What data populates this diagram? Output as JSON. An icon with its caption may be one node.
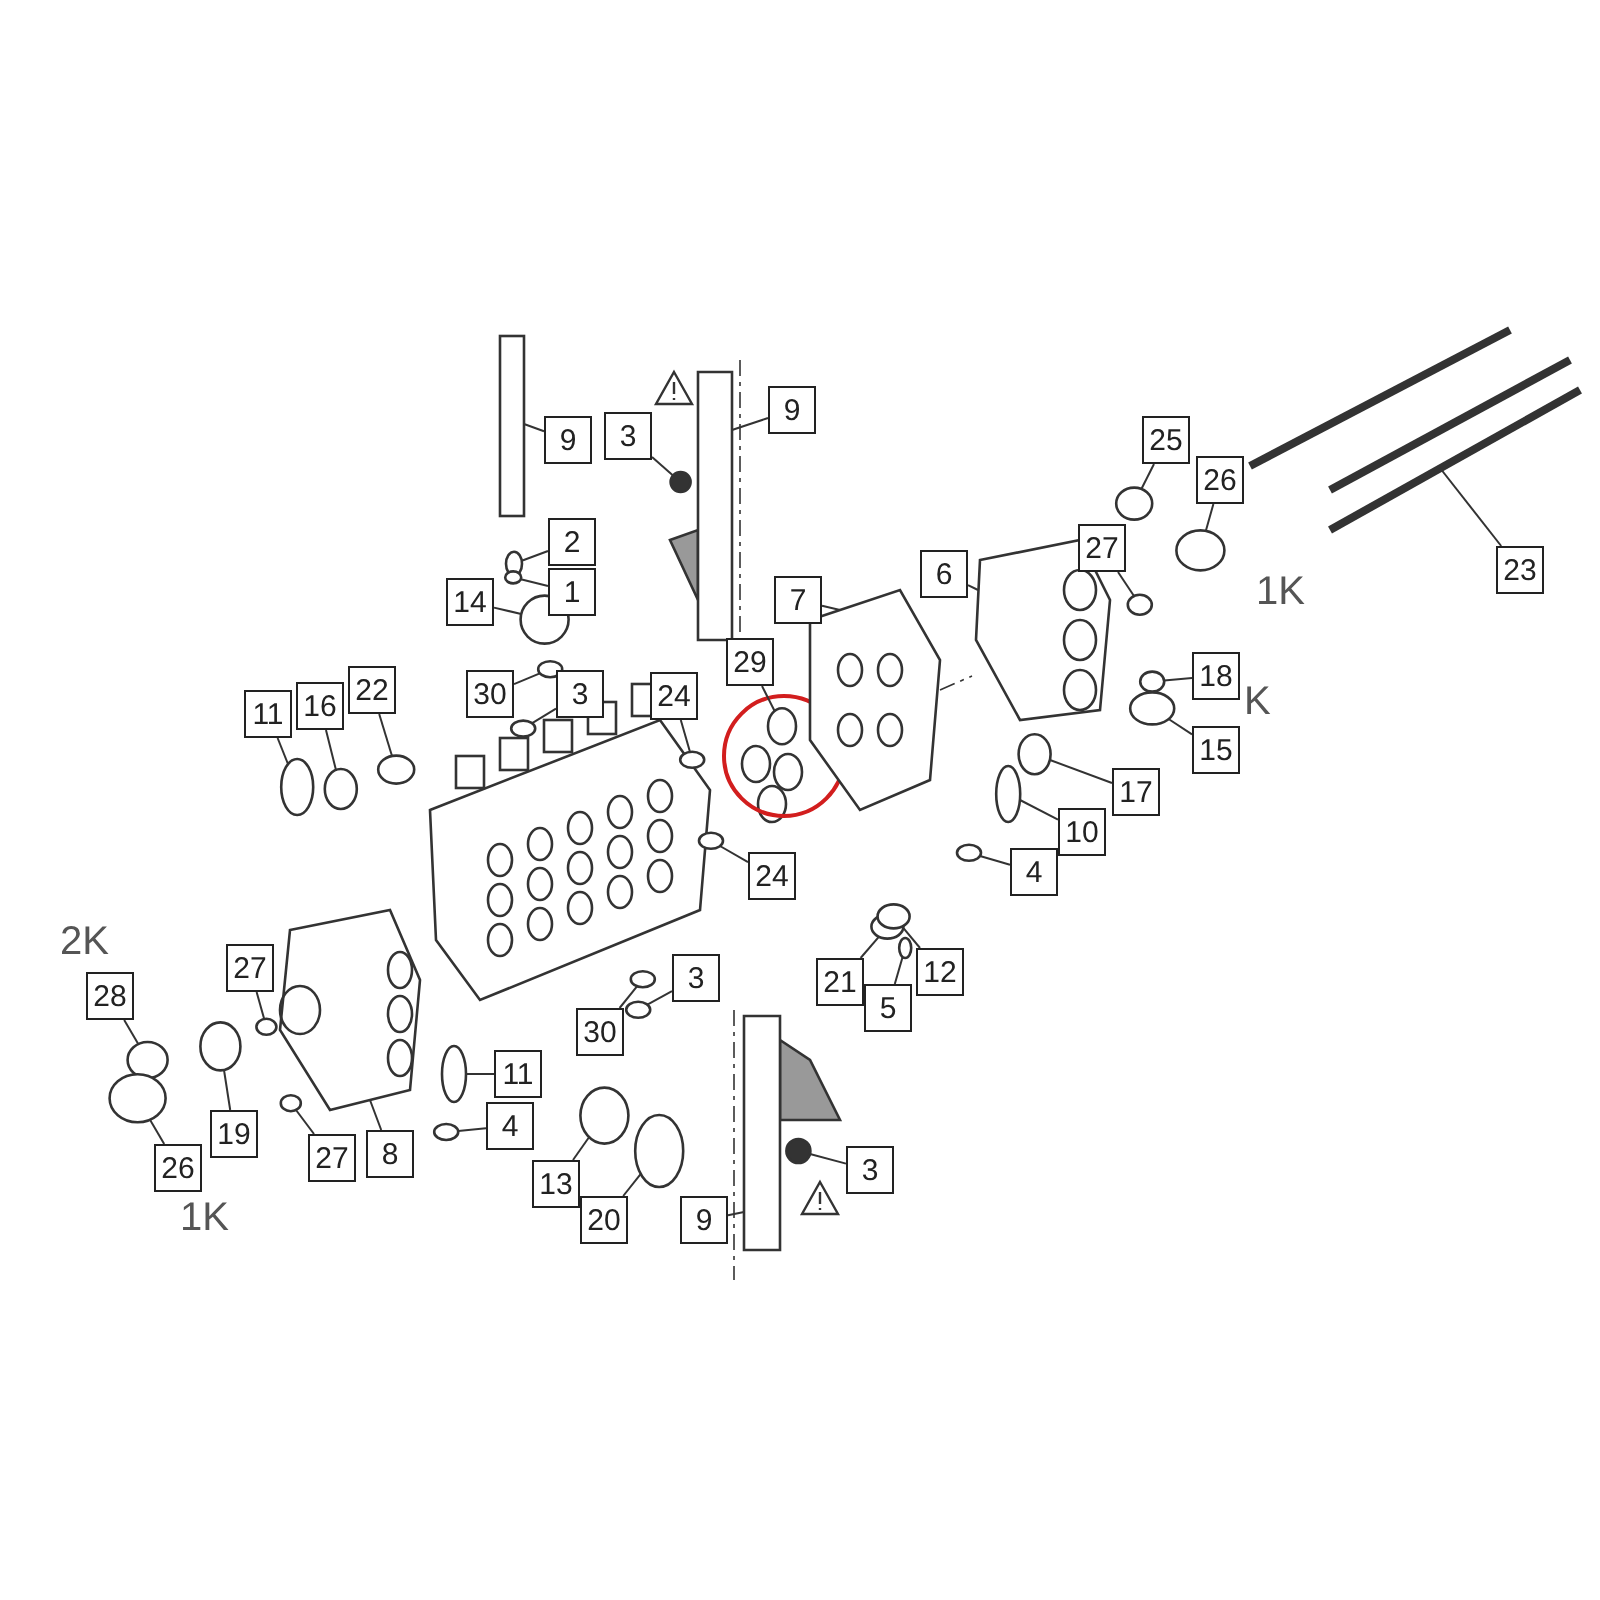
{
  "diagram": {
    "nodes": [
      {
        "text": [
          "9"
        ]
      },
      {
        "text": [
          "3"
        ]
      },
      {
        "text": [
          "9"
        ]
      },
      {
        "text": [
          "2"
        ]
      },
      {
        "text": [
          "1"
        ]
      },
      {
        "text": [
          "14"
        ]
      },
      {
        "text": [
          "30"
        ]
      },
      {
        "text": [
          "3"
        ]
      },
      {
        "text": [
          "24"
        ]
      },
      {
        "text": [
          "29"
        ]
      },
      {
        "text": [
          "7"
        ]
      },
      {
        "text": [
          "11"
        ]
      },
      {
        "text": [
          "16"
        ]
      },
      {
        "text": [
          "22"
        ]
      },
      {
        "text": [
          "24"
        ]
      },
      {
        "text": [
          "6"
        ]
      },
      {
        "text": [
          "27"
        ]
      },
      {
        "text": [
          "25"
        ]
      },
      {
        "text": [
          "26"
        ]
      },
      {
        "text": [
          "23"
        ]
      },
      {
        "text": [
          "18"
        ]
      },
      {
        "text": [
          "15"
        ]
      },
      {
        "text": [
          "17"
        ]
      },
      {
        "text": [
          "10"
        ]
      },
      {
        "text": [
          "4"
        ]
      },
      {
        "text": [
          "27"
        ]
      },
      {
        "text": [
          "28"
        ]
      },
      {
        "text": [
          "30"
        ]
      },
      {
        "text": [
          "3"
        ]
      },
      {
        "text": [
          "11"
        ]
      },
      {
        "text": [
          "4"
        ]
      },
      {
        "text": [
          "8"
        ]
      },
      {
        "text": [
          "27"
        ]
      },
      {
        "text": [
          "19"
        ]
      },
      {
        "text": [
          "26"
        ]
      },
      {
        "text": [
          "13"
        ]
      },
      {
        "text": [
          "20"
        ]
      },
      {
        "text": [
          "9"
        ]
      },
      {
        "text": [
          "3"
        ]
      },
      {
        "text": [
          "21"
        ]
      },
      {
        "text": [
          "12"
        ]
      },
      {
        "text": [
          "5"
        ]
      },
      {
        "text": [],
        "shape": "box"
      },
      {
        "text": [],
        "shape": "circle"
      },
      {
        "text": [],
        "shape": "box"
      },
      {
        "text": [],
        "shape": "circle"
      },
      {
        "text": [],
        "shape": "circle"
      },
      {
        "text": [],
        "shape": "circle"
      },
      {
        "text": [],
        "shape": "circle"
      },
      {
        "text": [],
        "shape": "circle"
      },
      {
        "text": [],
        "shape": "circle"
      },
      {
        "text": [],
        "shape": "circle"
      },
      {
        "text": [],
        "shape": "picture"
      },
      {
        "text": [],
        "shape": "circle"
      },
      {
        "text": [],
        "shape": "circle"
      },
      {
        "text": [],
        "shape": "circle"
      },
      {
        "text": [],
        "shape": "circle"
      },
      {
        "text": [],
        "shape": "picture"
      },
      {
        "text": [],
        "shape": "circle"
      },
      {
        "text": [],
        "shape": "circle"
      },
      {
        "text": [],
        "shape": "circle"
      },
      {
        "text": [],
        "shape": "picture"
      },
      {
        "text": [],
        "shape": "circle"
      },
      {
        "text": [],
        "shape": "circle"
      },
      {
        "text": [],
        "shape": "circle"
      },
      {
        "text": [],
        "shape": "circle"
      },
      {
        "text": [],
        "shape": "circle"
      },
      {
        "text": [],
        "shape": "circle"
      },
      {
        "text": [],
        "shape": "circle"
      },
      {
        "text": [],
        "shape": "circle"
      },
      {
        "text": [],
        "shape": "circle"
      },
      {
        "text": [],
        "shape": "circle"
      },
      {
        "text": [],
        "shape": "circle"
      },
      {
        "text": [],
        "shape": "picture"
      },
      {
        "text": [],
        "shape": "circle"
      },
      {
        "text": [],
        "shape": "circle"
      },
      {
        "text": [],
        "shape": "circle"
      },
      {
        "text": [],
        "shape": "circle"
      },
      {
        "text": [],
        "shape": "circle"
      },
      {
        "text": [],
        "shape": "box"
      },
      {
        "text": [],
        "shape": "circle"
      },
      {
        "text": [],
        "shape": "circle"
      },
      {
        "text": [],
        "shape": "circle"
      },
      {
        "text": [],
        "shape": "circle"
      }
    ],
    "edges": [
      {
        "from": 0,
        "to": 42,
        "arrow": "none"
      },
      {
        "from": 1,
        "to": 43,
        "arrow": "none"
      },
      {
        "from": 2,
        "to": 44,
        "arrow": "none"
      },
      {
        "from": 3,
        "to": 45,
        "arrow": "none"
      },
      {
        "from": 4,
        "to": 46,
        "arrow": "none"
      },
      {
        "from": 5,
        "to": 47,
        "arrow": "none"
      },
      {
        "from": 6,
        "to": 48,
        "arrow": "none"
      },
      {
        "from": 7,
        "to": 49,
        "arrow": "none"
      },
      {
        "from": 8,
        "to": 50,
        "arrow": "none"
      },
      {
        "from": 9,
        "to": 51,
        "arrow": "none"
      },
      {
        "from": 10,
        "to": 52,
        "arrow": "none"
      },
      {
        "from": 11,
        "to": 53,
        "arrow": "none"
      },
      {
        "from": 12,
        "to": 54,
        "arrow": "none"
      },
      {
        "from": 13,
        "to": 55,
        "arrow": "none"
      },
      {
        "from": 14,
        "to": 56,
        "arrow": "none"
      },
      {
        "from": 15,
        "to": 57,
        "arrow": "none"
      },
      {
        "from": 16,
        "to": 58,
        "arrow": "none"
      },
      {
        "from": 17,
        "to": 59,
        "arrow": "none"
      },
      {
        "from": 18,
        "to": 60,
        "arrow": "none"
      },
      {
        "from": 19,
        "to": 61,
        "arrow": "none"
      },
      {
        "from": 20,
        "to": 62,
        "arrow": "none"
      },
      {
        "from": 21,
        "to": 63,
        "arrow": "none"
      },
      {
        "from": 22,
        "to": 64,
        "arrow": "none"
      },
      {
        "from": 23,
        "to": 65,
        "arrow": "none"
      },
      {
        "from": 24,
        "to": 66,
        "arrow": "none"
      },
      {
        "from": 25,
        "to": 67,
        "arrow": "none"
      },
      {
        "from": 26,
        "to": 68,
        "arrow": "none"
      },
      {
        "from": 27,
        "to": 69,
        "arrow": "none"
      },
      {
        "from": 28,
        "to": 70,
        "arrow": "none"
      },
      {
        "from": 29,
        "to": 71,
        "arrow": "none"
      },
      {
        "from": 30,
        "to": 72,
        "arrow": "none"
      },
      {
        "from": 31,
        "to": 73,
        "arrow": "none"
      },
      {
        "from": 32,
        "to": 74,
        "arrow": "none"
      },
      {
        "from": 33,
        "to": 75,
        "arrow": "none"
      },
      {
        "from": 34,
        "to": 76,
        "arrow": "none"
      },
      {
        "from": 35,
        "to": 77,
        "arrow": "none"
      },
      {
        "from": 36,
        "to": 78,
        "arrow": "none"
      },
      {
        "from": 37,
        "to": 79,
        "arrow": "none"
      },
      {
        "from": 38,
        "to": 80,
        "arrow": "none"
      },
      {
        "from": 39,
        "to": 81,
        "arrow": "none"
      },
      {
        "from": 40,
        "to": 82,
        "arrow": "none"
      },
      {
        "from": 41,
        "to": 83,
        "arrow": "none"
      }
    ],
    "labels": [
      "1K",
      "K",
      "2K",
      "1K"
    ]
  }
}
